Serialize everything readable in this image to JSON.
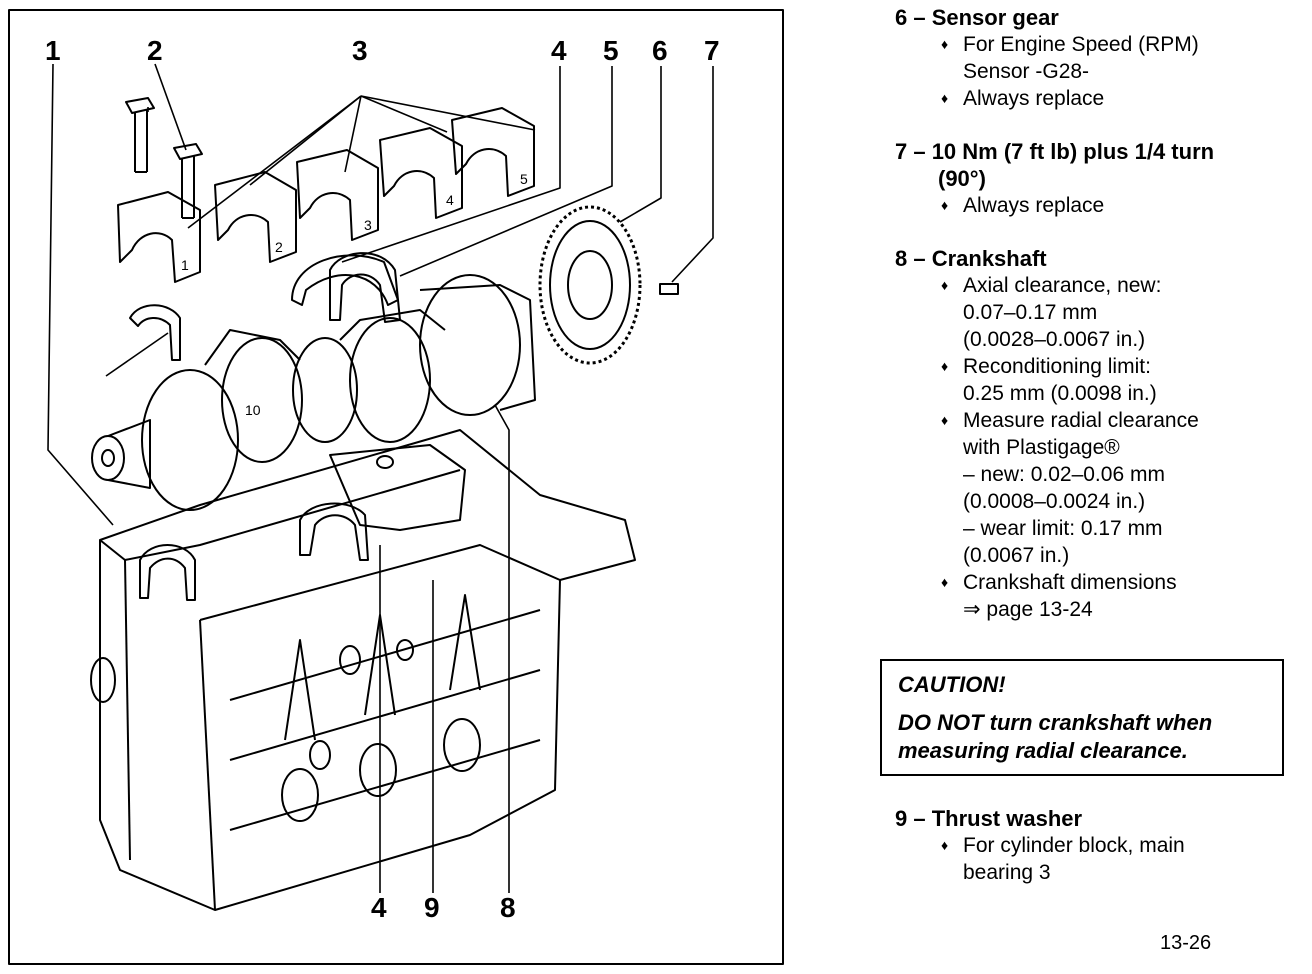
{
  "figure": {
    "callouts_top": [
      "1",
      "2",
      "3",
      "4",
      "5",
      "6",
      "7"
    ],
    "callouts_bottom": [
      "4",
      "9",
      "8"
    ],
    "cap_numbers": [
      "1",
      "2",
      "3",
      "4",
      "5"
    ],
    "web_label": "10"
  },
  "legend": {
    "item6": {
      "head": "6 – Sensor gear",
      "bullets": [
        "For Engine Speed (RPM)",
        "Sensor -G28-",
        "Always replace"
      ]
    },
    "item7": {
      "head_line1": "7 – 10 Nm (7 ft lb) plus 1/4 turn",
      "head_line2": "(90°)",
      "bullets": [
        "Always replace"
      ]
    },
    "item8": {
      "head": "8 – Crankshaft",
      "b1": [
        "Axial clearance, new:",
        "0.07–0.17 mm",
        "(0.0028–0.0067 in.)"
      ],
      "b2": [
        "Reconditioning limit:",
        "0.25 mm (0.0098 in.)"
      ],
      "b3": [
        "Measure radial clearance",
        "with Plastigage®",
        "– new: 0.02–0.06 mm",
        "(0.0008–0.0024 in.)",
        "– wear limit: 0.17 mm",
        "(0.0067 in.)"
      ],
      "b4": [
        "Crankshaft dimensions",
        "⇒ page 13-24"
      ]
    }
  },
  "caution": {
    "title": "CAUTION!",
    "line1": "DO NOT turn crankshaft when",
    "line2": "measuring radial clearance."
  },
  "item9": {
    "head": "9 – Thrust washer",
    "bullets": [
      "For cylinder block, main",
      "bearing 3"
    ]
  },
  "bullet_glyph": "♦",
  "page_number": "13-26"
}
